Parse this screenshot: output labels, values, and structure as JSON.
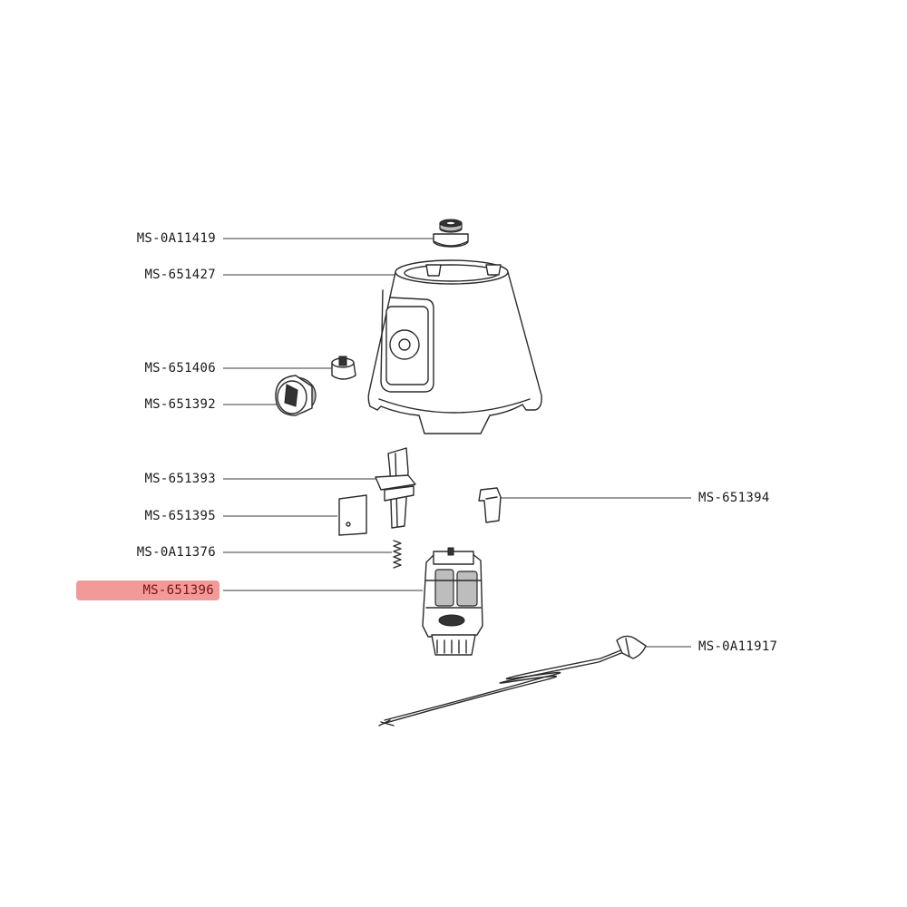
{
  "diagram": {
    "highlight_color": "#f29a9a",
    "labels": {
      "cap_coupling": "MS-0A11419",
      "base_housing": "MS-651427",
      "switch": "MS-651406",
      "knob": "MS-651392",
      "shaft_holder": "MS-651393",
      "plate": "MS-651395",
      "spring": "MS-0A11376",
      "motor": "MS-651396",
      "clip": "MS-651394",
      "power_cord": "MS-0A11917"
    },
    "highlighted": "motor"
  }
}
